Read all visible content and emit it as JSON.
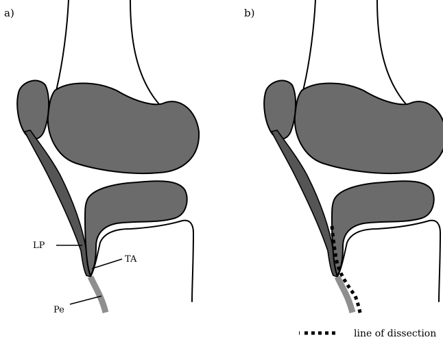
{
  "panels": [
    {
      "label": "a)"
    },
    {
      "label": "b)"
    }
  ],
  "annotations": {
    "lp": "LP",
    "ta": "TA",
    "pe": "Pe"
  },
  "legend": {
    "label": "line of dissection"
  }
}
